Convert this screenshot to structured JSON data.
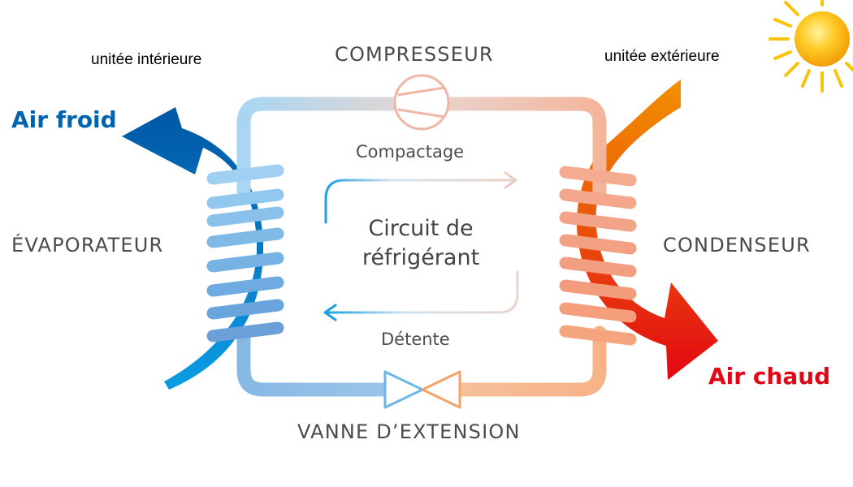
{
  "labels": {
    "indoor_unit": "unitée intérieure",
    "outdoor_unit": "unitée extérieure",
    "compressor": "COMPRESSEUR",
    "evaporator": "ÉVAPORATEUR",
    "condenser": "CONDENSEUR",
    "expansion_valve": "VANNE D’EXTENSION",
    "cold_air": "Air froid",
    "hot_air": "Air chaud",
    "compression": "Compactage",
    "expansion": "Détente",
    "circuit_line1": "Circuit de",
    "circuit_line2": "réfrigérant"
  },
  "colors": {
    "cold_air": "#0063b0",
    "hot_air": "#e30613",
    "cold_tube": "#7fc0ea",
    "hot_tube": "#f2a57f",
    "sun": "#f7b500"
  },
  "icons": [
    "sun-icon",
    "compressor-icon",
    "expansion-valve-icon",
    "evaporator-coil-icon",
    "condenser-coil-icon"
  ]
}
